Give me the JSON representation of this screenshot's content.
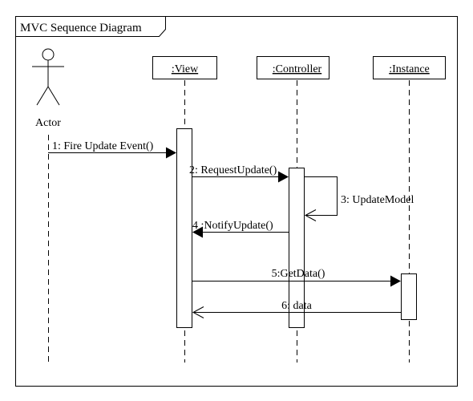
{
  "diagram": {
    "frame_title": "MVC Sequence Diagram",
    "actor": {
      "label": "Actor"
    },
    "lifelines": [
      {
        "label": ":View"
      },
      {
        "label": ":Controller"
      },
      {
        "label": ":Instance"
      }
    ],
    "messages": [
      {
        "label": "1: Fire Update Event()",
        "type": "call"
      },
      {
        "label": "2: RequestUpdate()",
        "type": "call"
      },
      {
        "label": "3: UpdateModel",
        "type": "self-return"
      },
      {
        "label": "4 :NotifyUpdate()",
        "type": "call"
      },
      {
        "label": "5:GetData()",
        "type": "call"
      },
      {
        "label": "6: data",
        "type": "return"
      }
    ]
  }
}
